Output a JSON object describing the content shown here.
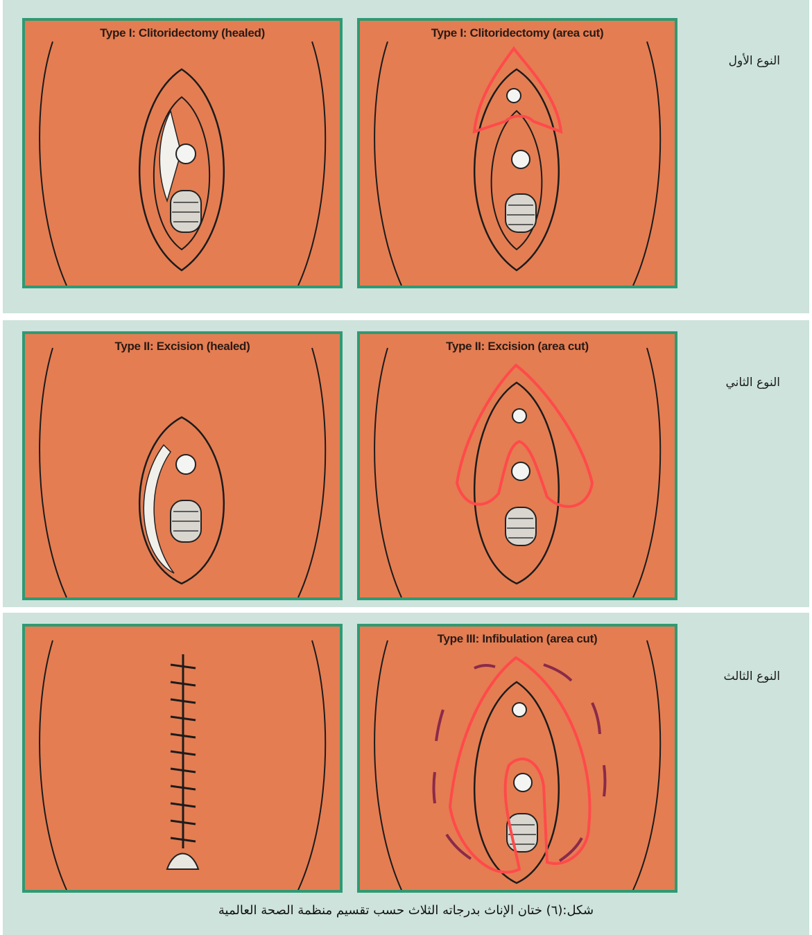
{
  "rows": [
    {
      "label": "النوع الأول",
      "healed_title": "Type I: Clitoridectomy (healed)",
      "cut_title": "Type I: Clitoridectomy (area cut)"
    },
    {
      "label": "النوع الثاني",
      "healed_title": "Type II: Excision (healed)",
      "cut_title": "Type II: Excision (area cut)"
    },
    {
      "label": "النوع الثالث",
      "healed_title": "",
      "cut_title": "Type III: Infibulation (area cut)"
    }
  ],
  "caption": "شكل:(٦) ختان الإناث بدرجاته الثلاث حسب تقسيم منظمة الصحة العالمية",
  "colors": {
    "band": "#cde3dc",
    "panel_bg": "#e47d52",
    "panel_border": "#2f9a73",
    "cut_outline": "#ff4a4a",
    "dash_marks": "#8a2a4a"
  }
}
